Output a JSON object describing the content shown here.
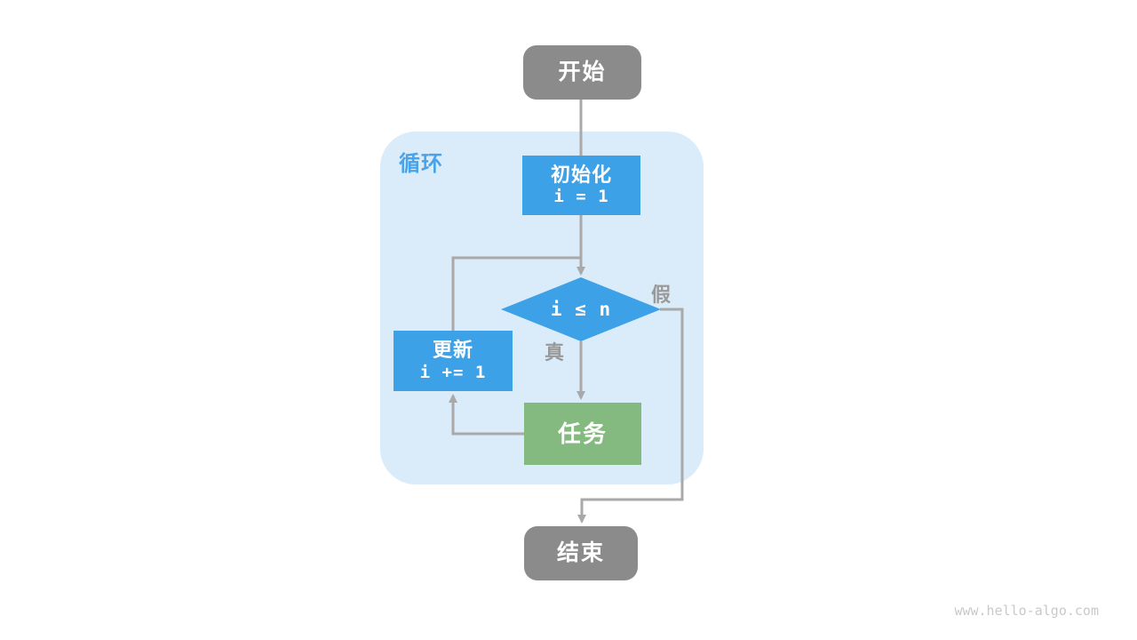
{
  "colors": {
    "node_gray": "#8b8b8b",
    "blue": "#3da1e8",
    "green": "#84ba80",
    "container_bg": "#daebf9",
    "loop_label": "#4aa3e8",
    "line": "#a9a9a9",
    "edge_label": "#999999",
    "watermark": "#c9c9c9",
    "white": "#ffffff"
  },
  "diagram": {
    "loop_label": "循环",
    "nodes": {
      "start": {
        "label": "开始"
      },
      "init": {
        "label": "初始化",
        "code": "i = 1"
      },
      "condition": {
        "code": "i ≤ n"
      },
      "update": {
        "label": "更新",
        "code": "i += 1"
      },
      "task": {
        "label": "任务"
      },
      "end": {
        "label": "结束"
      }
    },
    "edge_labels": {
      "true": "真",
      "false": "假"
    }
  },
  "watermark": "www.hello-algo.com"
}
